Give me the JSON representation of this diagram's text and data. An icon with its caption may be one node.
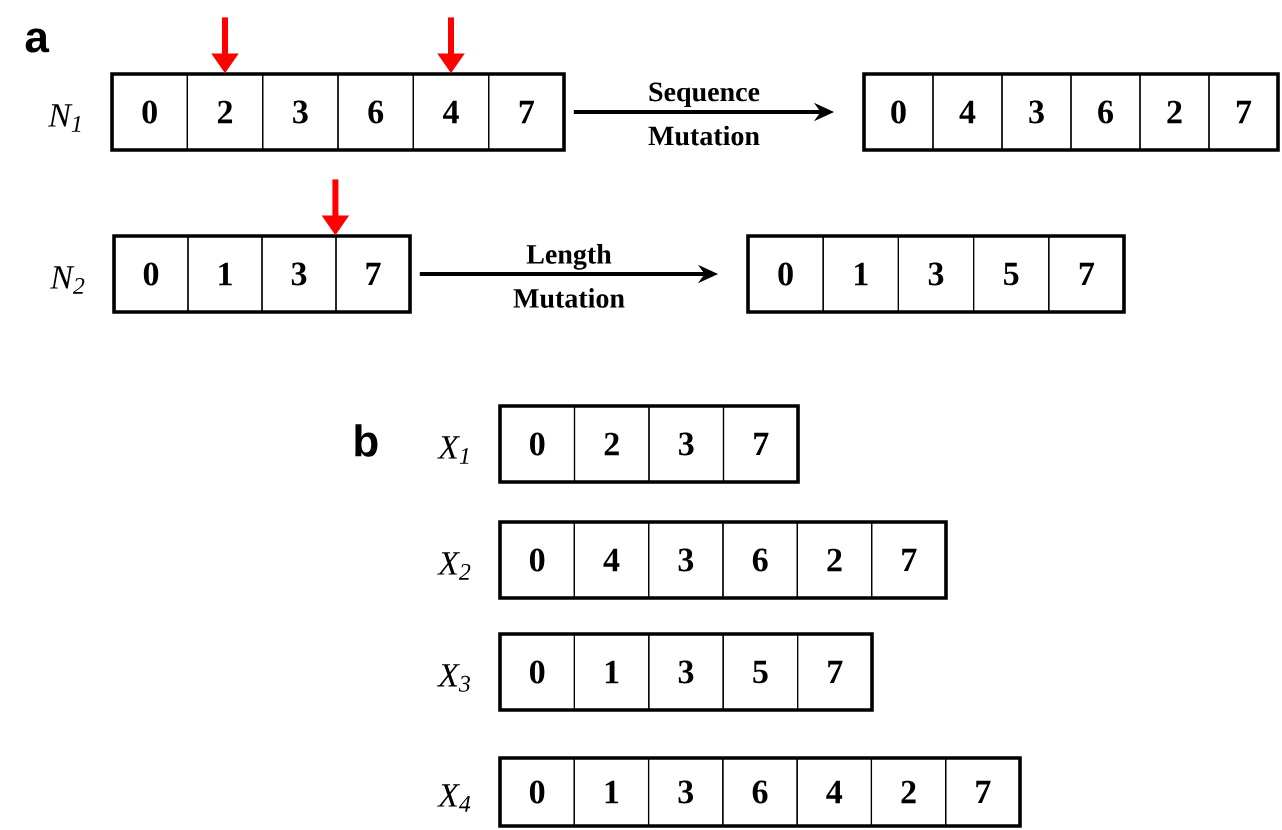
{
  "diagram": {
    "nodes": [
      {
        "text": [],
        "shape": "box",
        "beside": [
          "N$_{1}$"
        ]
      },
      {
        "text": [
          "0"
        ],
        "in": 0
      },
      {
        "text": [
          "2"
        ],
        "in": 0
      },
      {
        "text": [
          "3"
        ],
        "in": 0
      },
      {
        "text": [
          "6"
        ],
        "in": 0
      },
      {
        "text": [
          "4"
        ],
        "in": 0
      },
      {
        "text": [
          "7"
        ],
        "in": 0
      },
      {
        "text": [],
        "shape": "box"
      },
      {
        "text": [
          "0"
        ],
        "in": 7
      },
      {
        "text": [
          "4"
        ],
        "in": 7
      },
      {
        "text": [
          "3"
        ],
        "in": 7
      },
      {
        "text": [
          "6"
        ],
        "in": 7
      },
      {
        "text": [
          "2"
        ],
        "in": 7
      },
      {
        "text": [
          "7"
        ],
        "in": 7
      },
      {
        "text": [],
        "shape": "box",
        "beside": [
          "N$_{2}$"
        ]
      },
      {
        "text": [
          "0"
        ],
        "in": 14
      },
      {
        "text": [
          "1"
        ],
        "in": 14
      },
      {
        "text": [
          "3"
        ],
        "in": 14
      },
      {
        "text": [
          "7"
        ],
        "in": 14
      },
      {
        "text": [],
        "shape": "box"
      },
      {
        "text": [
          "0"
        ],
        "in": 19
      },
      {
        "text": [
          "1"
        ],
        "in": 19
      },
      {
        "text": [
          "3"
        ],
        "in": 19
      },
      {
        "text": [
          "5"
        ],
        "in": 19
      },
      {
        "text": [
          "7"
        ],
        "in": 19
      },
      {
        "text": [],
        "shape": "box",
        "beside": [
          "X$_{1}$"
        ]
      },
      {
        "text": [
          "0"
        ],
        "in": 25
      },
      {
        "text": [
          "2"
        ],
        "in": 25
      },
      {
        "text": [
          "3"
        ],
        "in": 25
      },
      {
        "text": [
          "7"
        ],
        "in": 25
      },
      {
        "text": [],
        "shape": "box",
        "beside": [
          "X$_{2}$"
        ]
      },
      {
        "text": [
          "0"
        ],
        "in": 30
      },
      {
        "text": [
          "4"
        ],
        "in": 30
      },
      {
        "text": [
          "3"
        ],
        "in": 30
      },
      {
        "text": [
          "6"
        ],
        "in": 30
      },
      {
        "text": [
          "2"
        ],
        "in": 30
      },
      {
        "text": [
          "7"
        ],
        "in": 30
      },
      {
        "text": [],
        "shape": "box",
        "beside": [
          "X$_{3}$"
        ]
      },
      {
        "text": [
          "0"
        ],
        "in": 37
      },
      {
        "text": [
          "1"
        ],
        "in": 37
      },
      {
        "text": [
          "3"
        ],
        "in": 37
      },
      {
        "text": [
          "5"
        ],
        "in": 37
      },
      {
        "text": [
          "7"
        ],
        "in": 37
      },
      {
        "text": [],
        "shape": "box",
        "beside": [
          "X$_{4}$"
        ]
      },
      {
        "text": [
          "0"
        ],
        "in": 43
      },
      {
        "text": [
          "1"
        ],
        "in": 43
      },
      {
        "text": [
          "3"
        ],
        "in": 43
      },
      {
        "text": [
          "6"
        ],
        "in": 43
      },
      {
        "text": [
          "4"
        ],
        "in": 43
      },
      {
        "text": [
          "2"
        ],
        "in": 43
      },
      {
        "text": [
          "7"
        ],
        "in": 43
      }
    ],
    "edges": [
      {
        "from": 0,
        "to": 7,
        "arrow": "to",
        "label": "Sequence Mutation",
        "color": "#000000"
      },
      {
        "from": 14,
        "to": 19,
        "arrow": "to",
        "label": "Length Mutation",
        "color": "#000000"
      },
      {
        "from": null,
        "to": 2,
        "arrow": "to",
        "color": "#ff0000"
      },
      {
        "from": null,
        "to": 5,
        "arrow": "to",
        "color": "#ff0000"
      },
      {
        "from": null,
        "to": 18,
        "arrow": "to",
        "color": "#ff0000"
      }
    ],
    "labels": [
      "a",
      "b"
    ]
  }
}
